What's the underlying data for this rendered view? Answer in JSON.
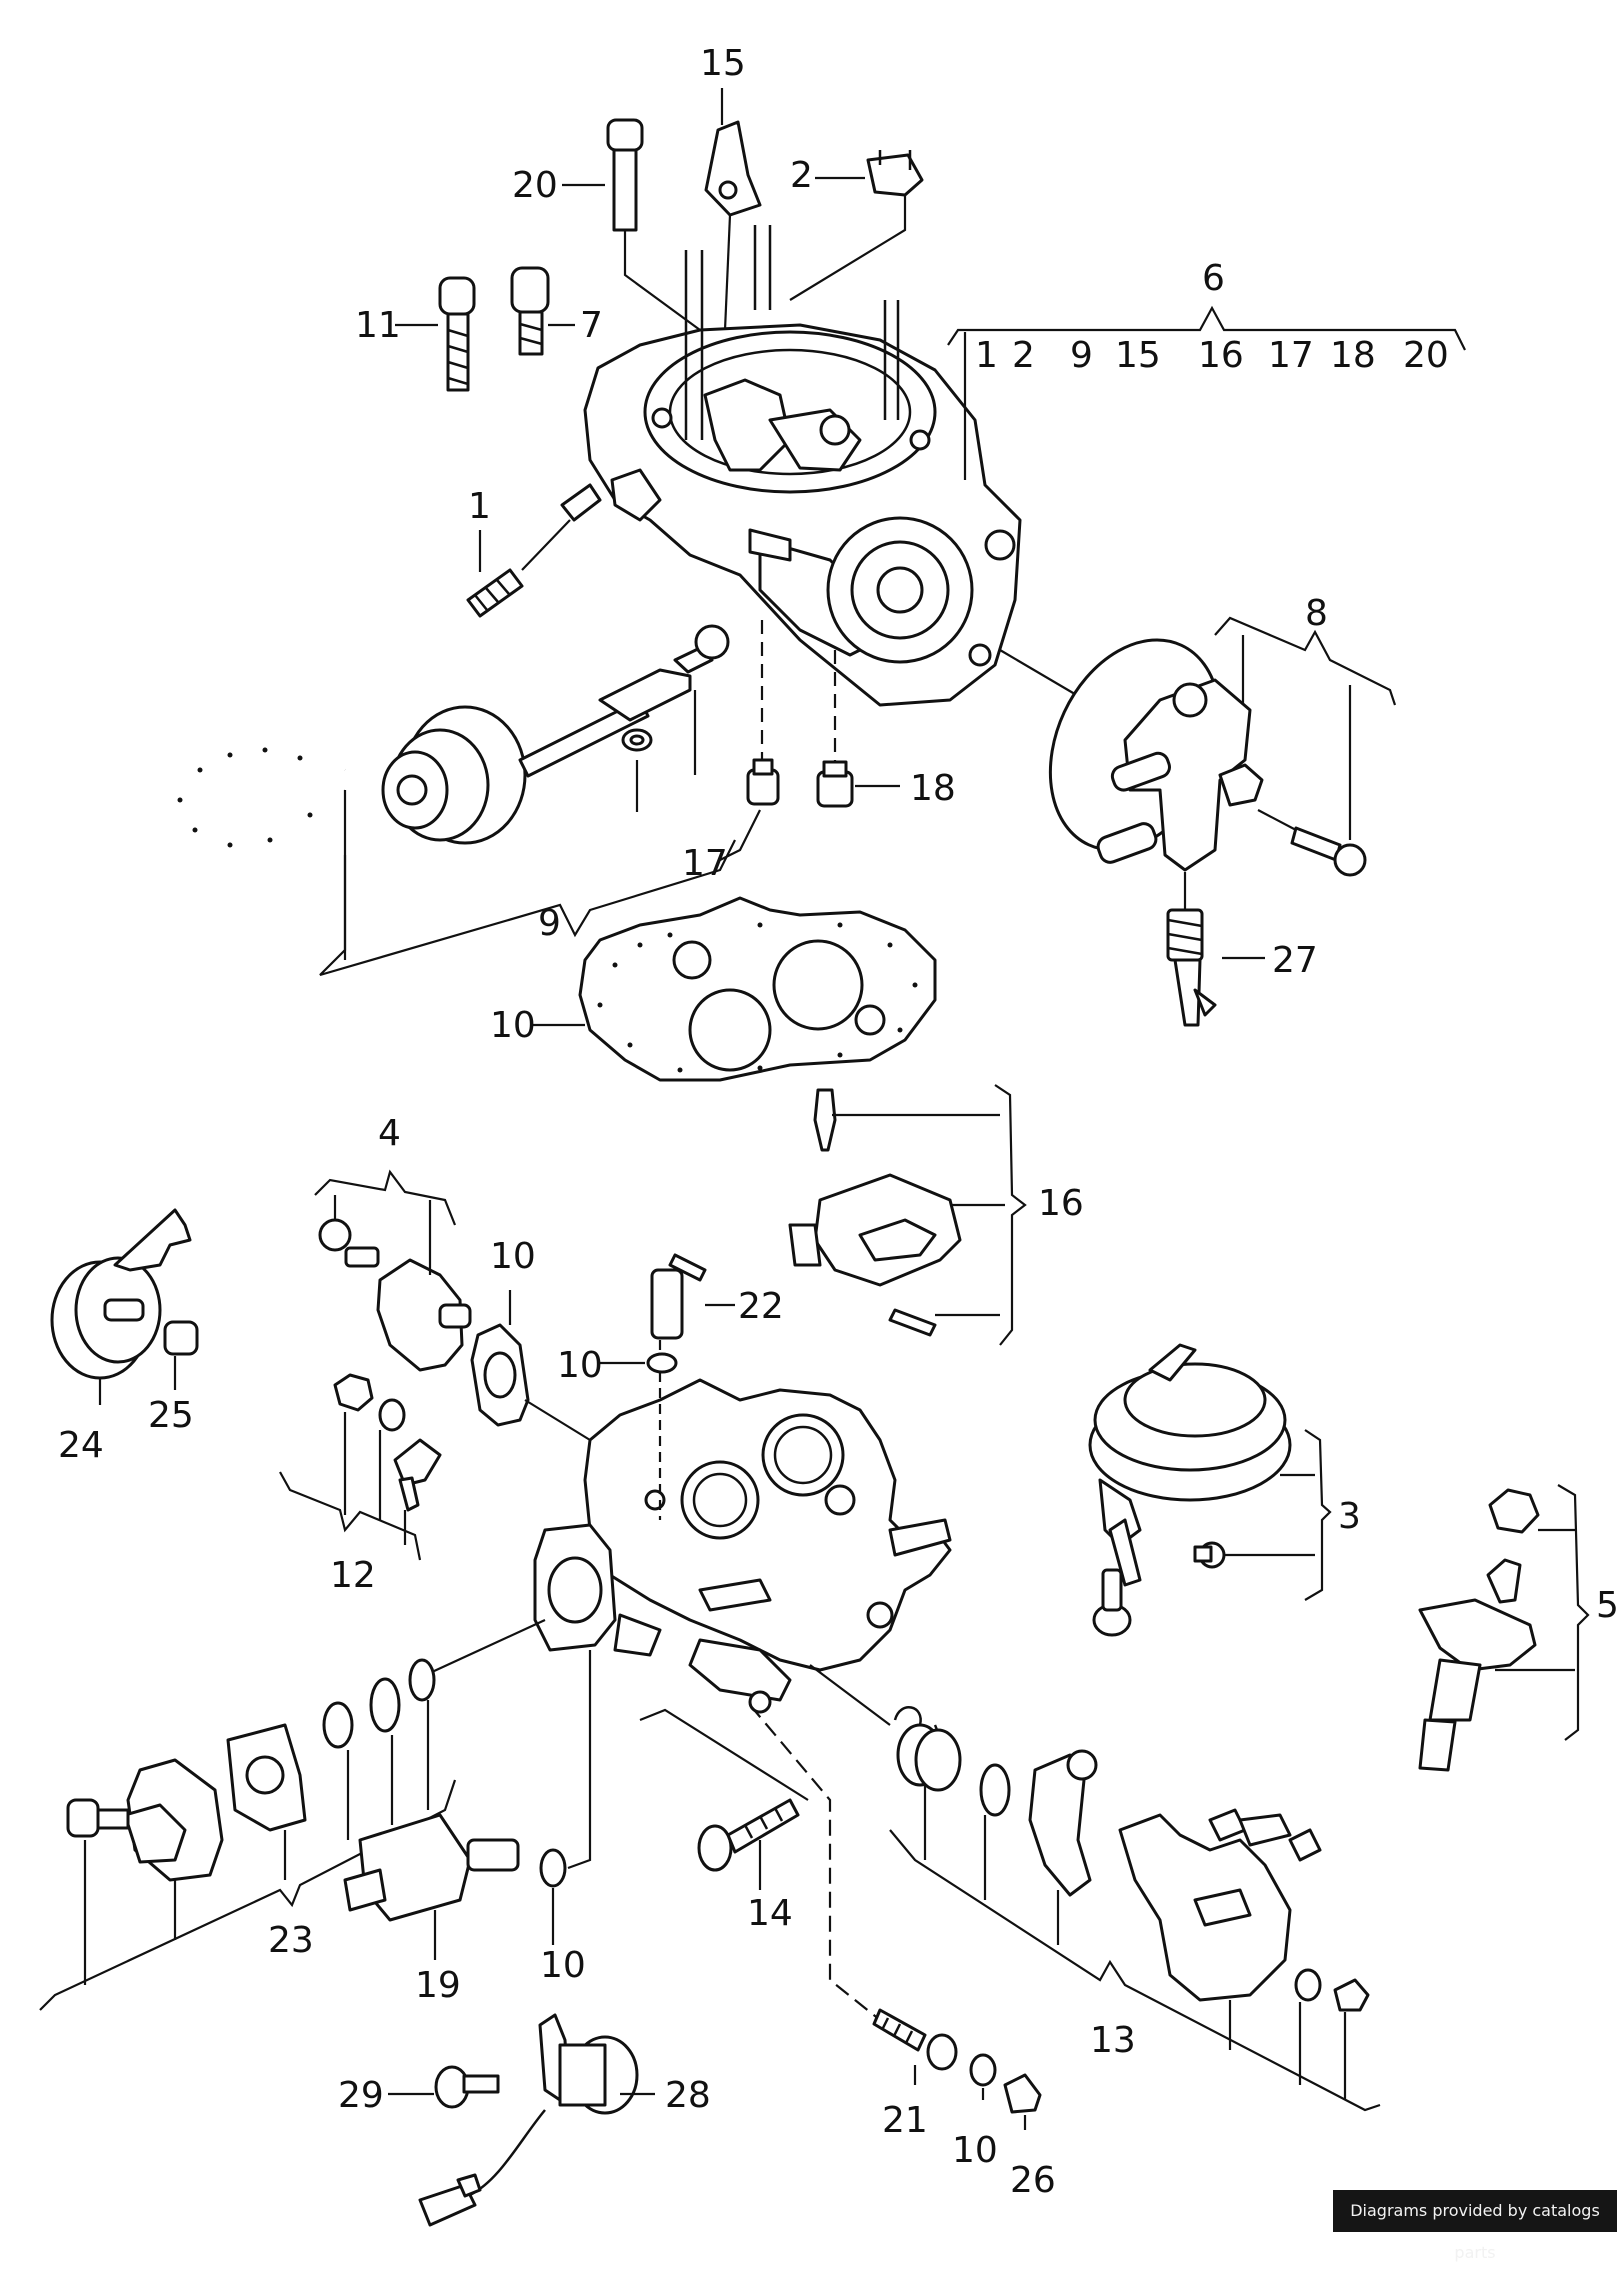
{
  "diagram": {
    "labels": {
      "l15": "15",
      "l20": "20",
      "l2": "2",
      "l6": "6",
      "l11": "11",
      "l7": "7",
      "k6_1": "1",
      "k6_2": "2",
      "k6_9": "9",
      "k6_15": "15",
      "k6_16": "16",
      "k6_17": "17",
      "k6_18": "18",
      "k6_20": "20",
      "l1": "1",
      "l8": "8",
      "l18": "18",
      "l17": "17",
      "l9": "9",
      "l27": "27",
      "l10a": "10",
      "l4": "4",
      "l16": "16",
      "l10b": "10",
      "l22": "22",
      "l10c": "10",
      "l24": "24",
      "l25": "25",
      "l12": "12",
      "l3": "3",
      "l5": "5",
      "l23": "23",
      "l14": "14",
      "l19": "19",
      "l10d": "10",
      "l13": "13",
      "l29": "29",
      "l28": "28",
      "l21": "21",
      "l10e": "10",
      "l26": "26"
    }
  },
  "credit": {
    "text": "Diagrams provided by catalogs parts"
  }
}
